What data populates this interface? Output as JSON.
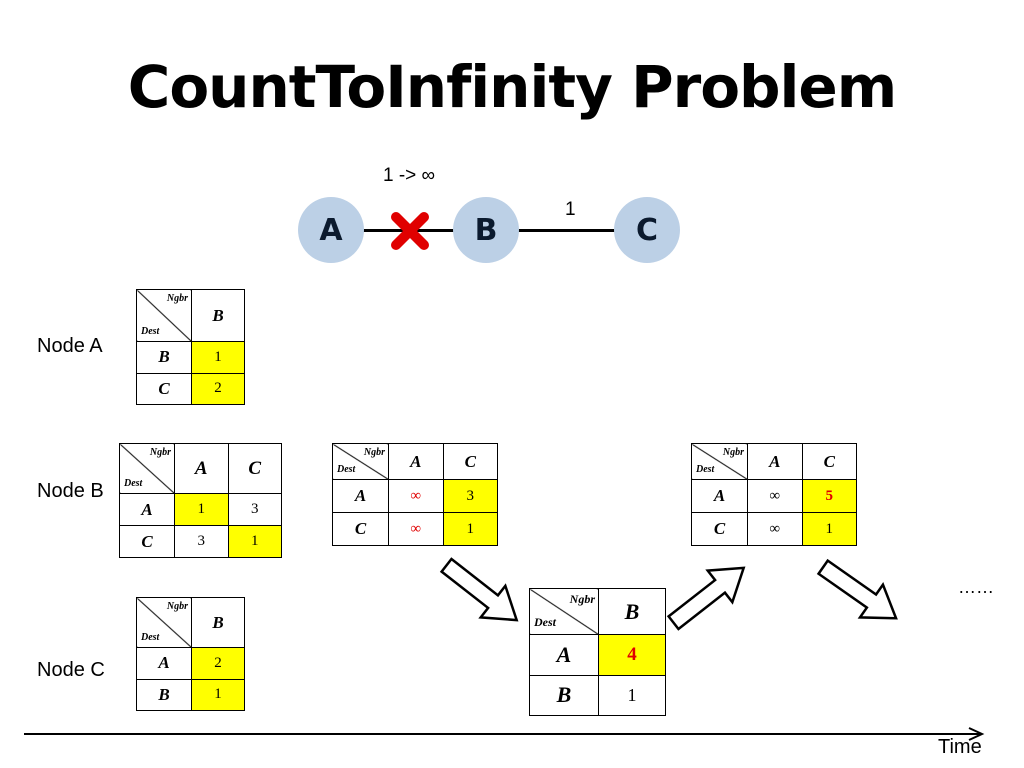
{
  "title": "CountToInfinity Problem",
  "topology": {
    "nodes": [
      "A",
      "B",
      "C"
    ],
    "link_ab_label": "1 -> ∞",
    "link_bc_label": "1"
  },
  "labels": {
    "node_a": "Node A",
    "node_b": "Node B",
    "node_c": "Node C",
    "ellipsis": "……",
    "time": "Time"
  },
  "header": {
    "ngbr": "Ngbr",
    "dest": "Dest"
  },
  "tables": {
    "a": {
      "cols": [
        "B"
      ],
      "rows": [
        [
          "B",
          "1"
        ],
        [
          "C",
          "2"
        ]
      ]
    },
    "b1": {
      "cols": [
        "A",
        "C"
      ],
      "rows": [
        [
          "A",
          "1",
          "3"
        ],
        [
          "C",
          "3",
          "1"
        ]
      ]
    },
    "b2": {
      "cols": [
        "A",
        "C"
      ],
      "rows": [
        [
          "A",
          "∞",
          "3"
        ],
        [
          "C",
          "∞",
          "1"
        ]
      ]
    },
    "c1": {
      "cols": [
        "B"
      ],
      "rows": [
        [
          "A",
          "2"
        ],
        [
          "B",
          "1"
        ]
      ]
    },
    "c2": {
      "cols": [
        "B"
      ],
      "rows": [
        [
          "A",
          "4"
        ],
        [
          "B",
          "1"
        ]
      ]
    },
    "b3": {
      "cols": [
        "A",
        "C"
      ],
      "rows": [
        [
          "A",
          "∞",
          "5"
        ],
        [
          "C",
          "∞",
          "1"
        ]
      ]
    }
  },
  "colors": {
    "highlight": "#ffff00",
    "node_fill": "#bcd0e6",
    "alert": "#e00000"
  }
}
